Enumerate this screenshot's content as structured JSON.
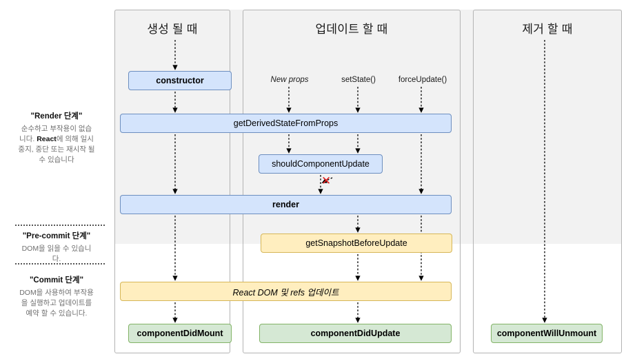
{
  "columns": {
    "create": "생성 될 때",
    "update": "업데이트 할 때",
    "remove": "제거 할 때"
  },
  "phases": [
    {
      "name": "render",
      "title": "\"Render 단계\"",
      "desc_1": "순수하고 부작용이 없습",
      "desc_2": "니다. ",
      "desc_strong": "React",
      "desc_3": "에 의해 일시",
      "desc_4": "중지, 중단 또는 재시작 될",
      "desc_5": "수 있습니다"
    },
    {
      "name": "pre-commit",
      "title": "\"Pre-commit 단계\"",
      "desc_1": "DOM을 읽을 수 있습니",
      "desc_2": "다."
    },
    {
      "name": "commit",
      "title": "\"Commit 단계\"",
      "desc_1": "DOM을 사용하여 부작용",
      "desc_2": "을 실행하고 업데이트를",
      "desc_3": "예약 할 수 있습니다."
    }
  ],
  "triggers": {
    "new_props": "New props",
    "set_state": "setState()",
    "force_update": "forceUpdate()"
  },
  "nodes": {
    "constructor": "constructor",
    "get_derived_state_from_props": "getDerivedStateFromProps",
    "should_component_update": "shouldComponentUpdate",
    "render": "render",
    "get_snapshot_before_update": "getSnapshotBeforeUpdate",
    "react_dom_refs": "React DOM 및 refs 업데이트",
    "component_did_mount": "componentDidMount",
    "component_did_update": "componentDidUpdate",
    "component_will_unmount": "componentWillUnmount"
  },
  "annotations": {
    "skip_render_x": "✕"
  },
  "colors": {
    "blue_fill": "#d4e4fc",
    "blue_stroke": "#6c8ebf",
    "yellow_fill": "#ffeebf",
    "yellow_stroke": "#d6b656",
    "green_fill": "#d5e8d4",
    "green_stroke": "#82b366",
    "band_grey": "#f2f2f2",
    "panel_stroke": "#b3b3b3",
    "x_red": "#e32020"
  }
}
